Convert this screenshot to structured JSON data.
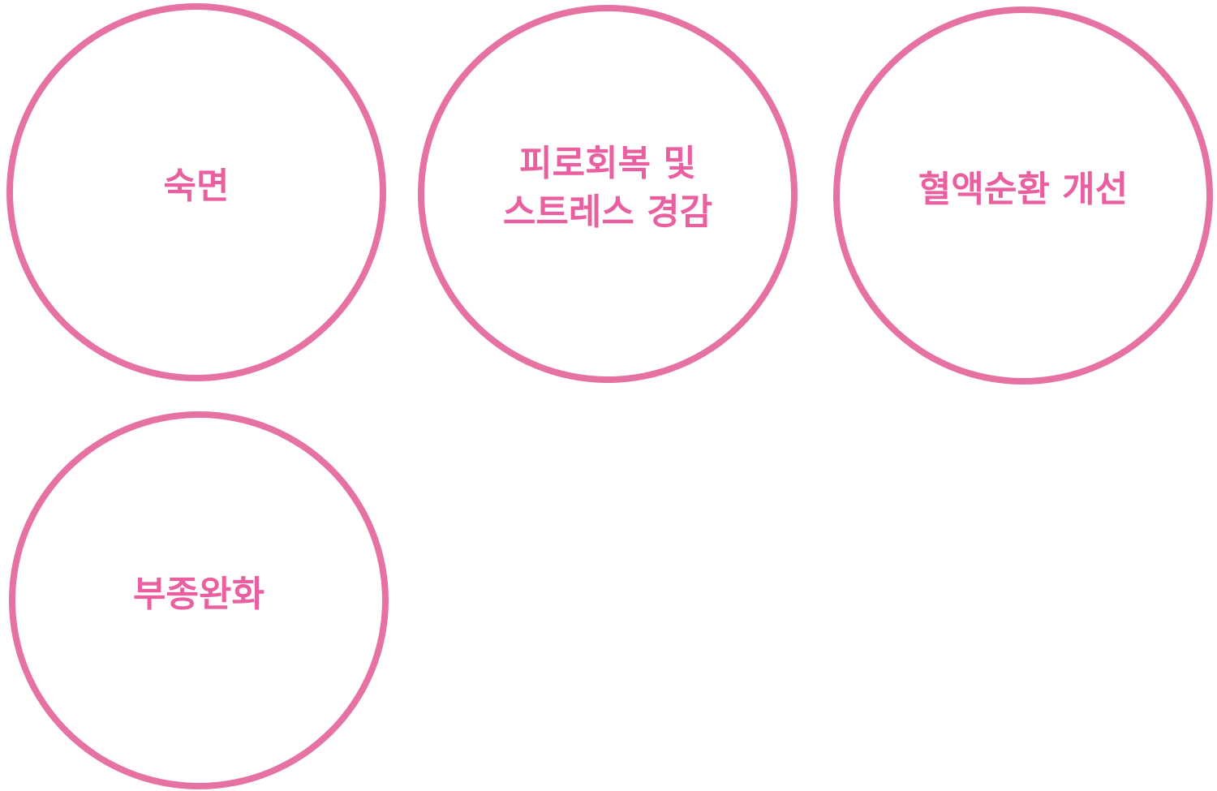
{
  "items": [
    {
      "label": "숙면"
    },
    {
      "label": "피로회복 및\n스트레스 경감"
    },
    {
      "label": "혈액순환 개선"
    },
    {
      "label": "부종완화"
    }
  ],
  "colors": {
    "outline": "#e672a4",
    "text": "#ea5f9f"
  }
}
